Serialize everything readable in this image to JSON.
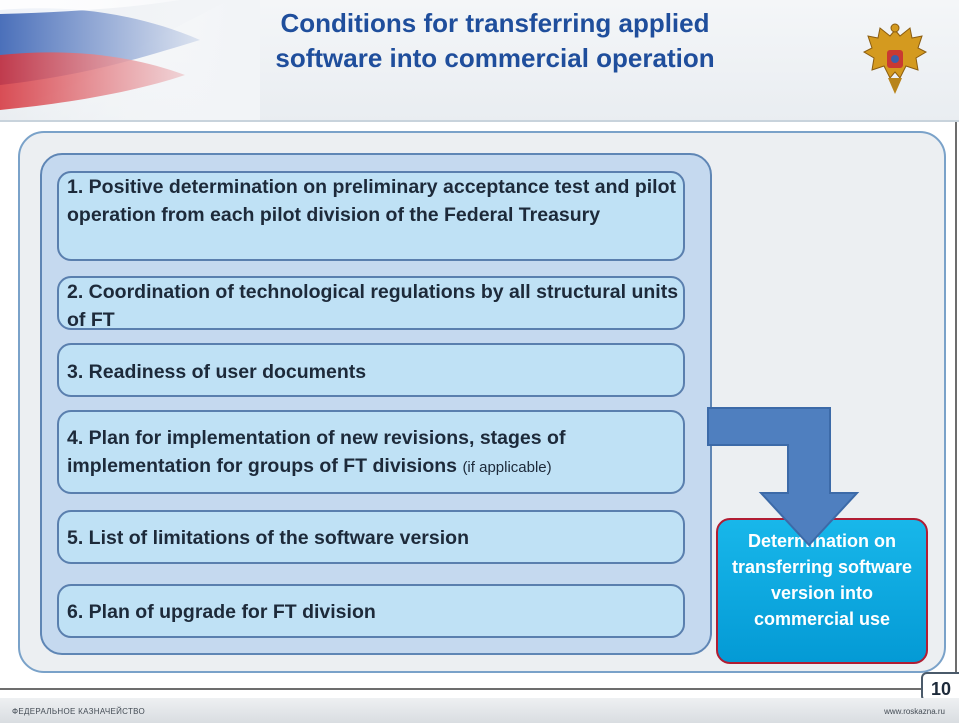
{
  "header": {
    "title": "Conditions for transferring applied software into commercial operation"
  },
  "conditions": [
    {
      "text": "1. Positive determination on preliminary acceptance test and pilot operation from each pilot division of the Federal Treasury",
      "note": ""
    },
    {
      "text": "2. Coordination of technological regulations by all structural units of FT",
      "note": ""
    },
    {
      "text": "3. Readiness of user documents",
      "note": ""
    },
    {
      "text": "4. Plan for implementation of new revisions, stages of implementation for groups of FT divisions",
      "note": "(if applicable)"
    },
    {
      "text": "5. List of limitations of the software version",
      "note": ""
    },
    {
      "text": "6. Plan of upgrade for FT division",
      "note": ""
    }
  ],
  "result": {
    "text": "Determination on transferring software version into commercial use"
  },
  "page_number": "10",
  "footer": {
    "left": "ФЕДЕРАЛЬНОЕ КАЗНАЧЕЙСТВО",
    "right": "www.roskazna.ru"
  },
  "colors": {
    "title": "#1f4e9c",
    "condition_fill": "#bfe1f5",
    "arrow": "#4f7fbf",
    "result_fill": "#0aa8e0",
    "result_border": "#b11d33"
  },
  "icons": {
    "emblem": "double-headed-eagle-emblem",
    "flag": "russian-flag-banner"
  }
}
